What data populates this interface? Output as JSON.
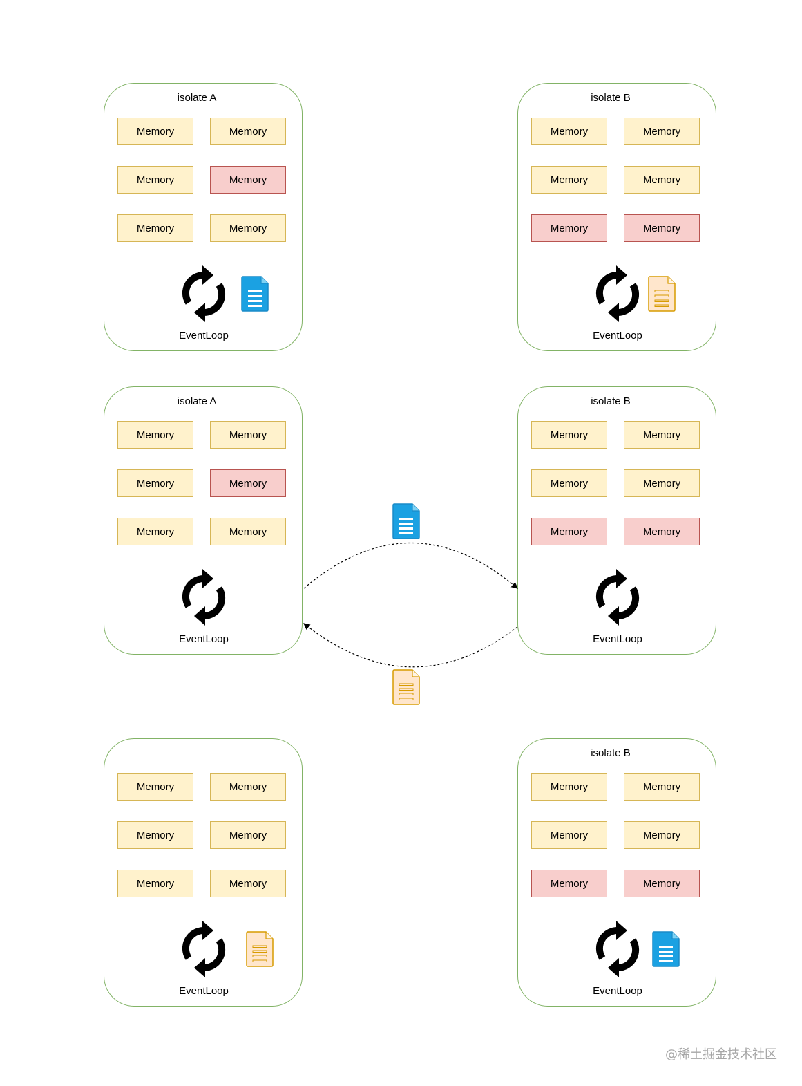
{
  "colors": {
    "isolate_border": "#82b366",
    "memory_fill": "#fff2cc",
    "memory_border": "#d6b656",
    "memory_busy_fill": "#f8cecc",
    "memory_busy_border": "#b85450",
    "message_blue": "#1ba1e2",
    "message_orange": "#ffe6cc"
  },
  "icons": {
    "event_loop": "refresh-icon",
    "message_blue": "document-icon-blue",
    "message_orange": "document-icon-orange"
  },
  "memory_label": "Memory",
  "event_loop_label": "EventLoop",
  "isolates": [
    {
      "id": "a1",
      "title": "isolate A",
      "busy": [
        false,
        false,
        false,
        true,
        false,
        false
      ],
      "message": "blue"
    },
    {
      "id": "b1",
      "title": "isolate B",
      "busy": [
        false,
        false,
        false,
        false,
        true,
        true
      ],
      "message": "orange"
    },
    {
      "id": "a2",
      "title": "isolate A",
      "busy": [
        false,
        false,
        false,
        true,
        false,
        false
      ],
      "message": null
    },
    {
      "id": "b2",
      "title": "isolate B",
      "busy": [
        false,
        false,
        false,
        false,
        true,
        true
      ],
      "message": null
    },
    {
      "id": "a3",
      "title": "",
      "busy": [
        false,
        false,
        false,
        false,
        false,
        false
      ],
      "message": "orange"
    },
    {
      "id": "b3",
      "title": "isolate B",
      "busy": [
        false,
        false,
        false,
        false,
        true,
        true
      ],
      "message": "blue"
    }
  ],
  "messages_in_transit": [
    {
      "color": "blue",
      "direction": "A-to-B"
    },
    {
      "color": "orange",
      "direction": "B-to-A"
    }
  ],
  "watermark": "@稀土掘金技术社区"
}
